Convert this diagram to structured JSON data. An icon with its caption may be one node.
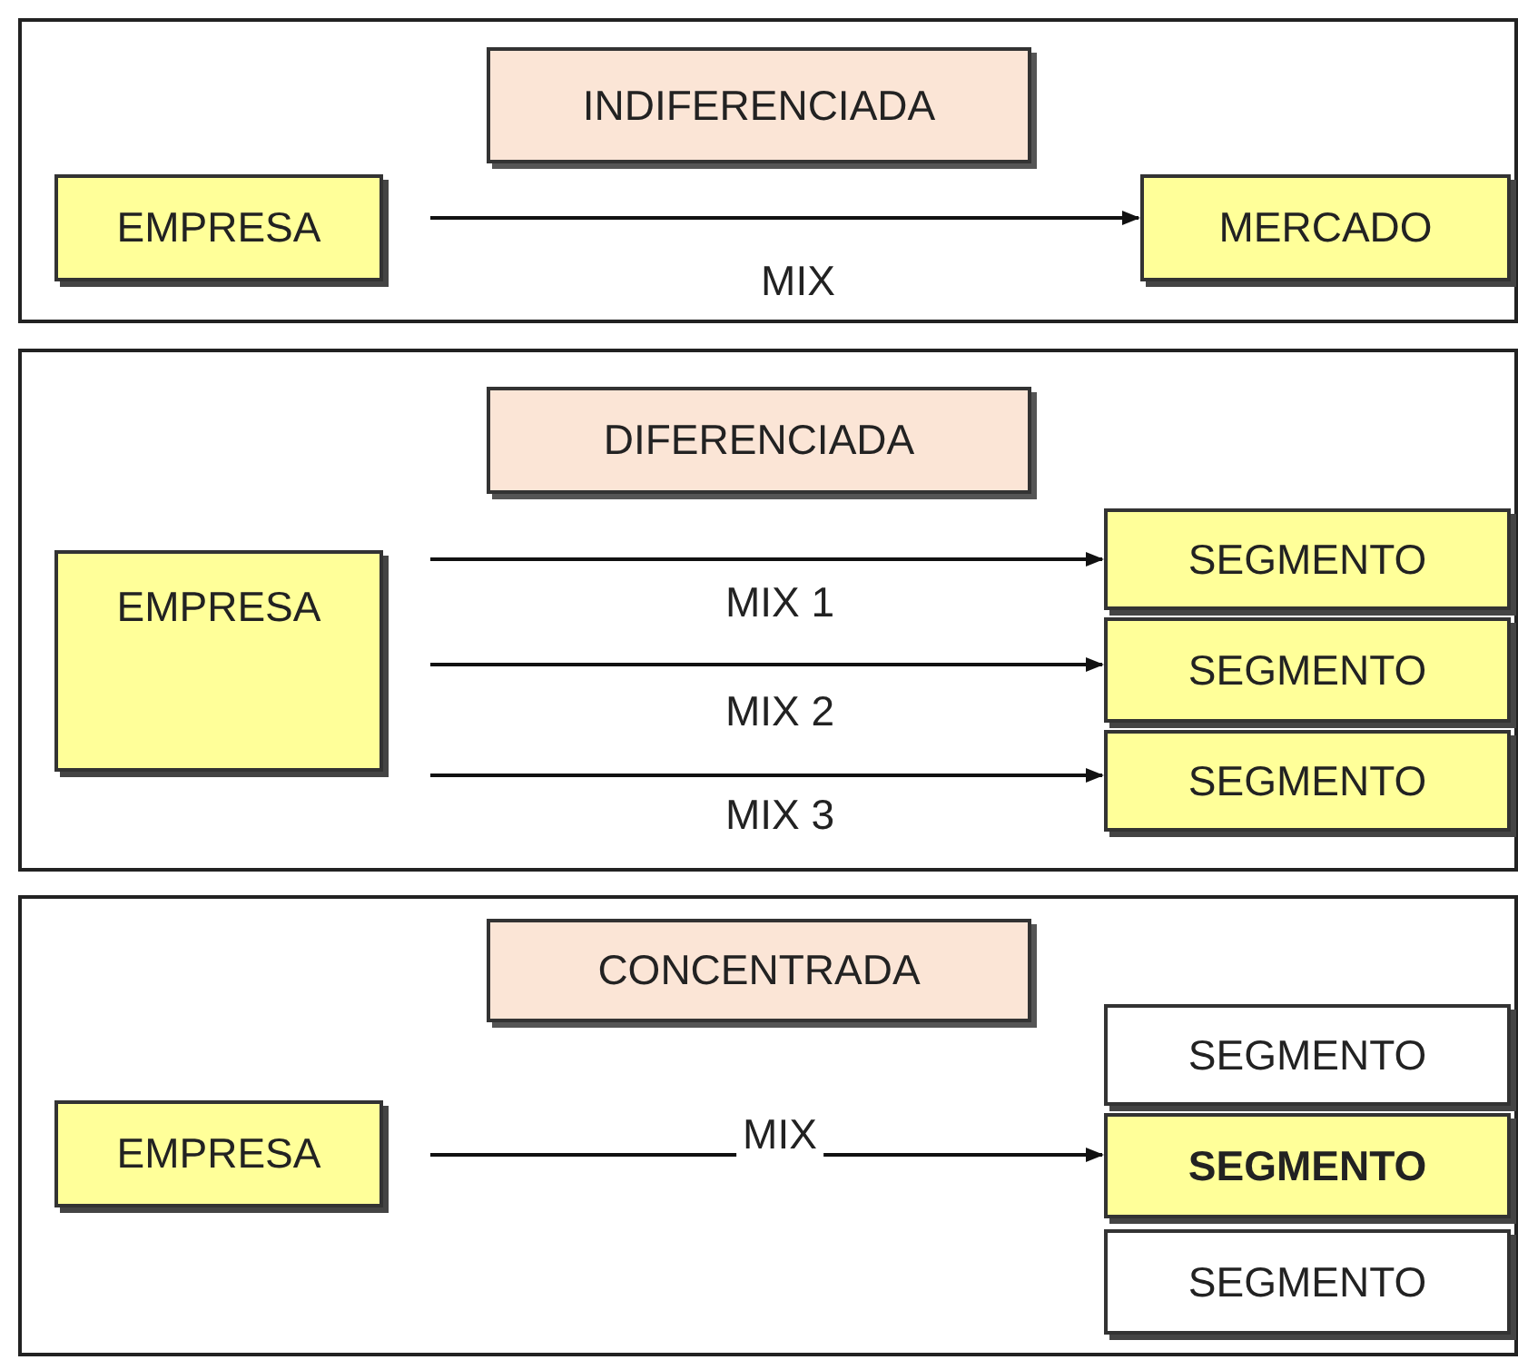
{
  "diagram": {
    "nodes": [
      {
        "text": [],
        "shape": "box"
      },
      {
        "text": [
          "INDIFERENCIADA"
        ],
        "in": 0
      },
      {
        "text": [
          "EMPRESA"
        ],
        "in": 0
      },
      {
        "text": [
          "MERCADO"
        ],
        "in": 0
      },
      {
        "text": [],
        "shape": "box"
      },
      {
        "text": [
          "DIFERENCIADA"
        ],
        "in": 4
      },
      {
        "text": [
          "EMPRESA"
        ],
        "in": 4
      },
      {
        "text": [
          "SEGMENTO"
        ],
        "in": 4
      },
      {
        "text": [
          "SEGMENTO"
        ],
        "in": 4
      },
      {
        "text": [
          "SEGMENTO"
        ],
        "in": 4
      },
      {
        "text": [],
        "shape": "box"
      },
      {
        "text": [
          "CONCENTRADA"
        ],
        "in": 10
      },
      {
        "text": [
          "EMPRESA"
        ],
        "in": 10
      },
      {
        "text": [
          "SEGMENTO"
        ],
        "in": 10
      },
      {
        "text": [
          "SEGMENTO"
        ],
        "in": 10
      },
      {
        "text": [
          "SEGMENTO"
        ],
        "in": 10
      }
    ],
    "edges": [
      {
        "from": 2,
        "to": 3,
        "arrow": "to",
        "label": "MIX"
      },
      {
        "from": 6,
        "to": 7,
        "arrow": "to",
        "label": "MIX 1"
      },
      {
        "from": 6,
        "to": 8,
        "arrow": "to",
        "label": "MIX 2"
      },
      {
        "from": 6,
        "to": 9,
        "arrow": "to",
        "label": "MIX 3"
      },
      {
        "from": 12,
        "to": 14,
        "arrow": "to",
        "label": "MIX"
      }
    ]
  }
}
